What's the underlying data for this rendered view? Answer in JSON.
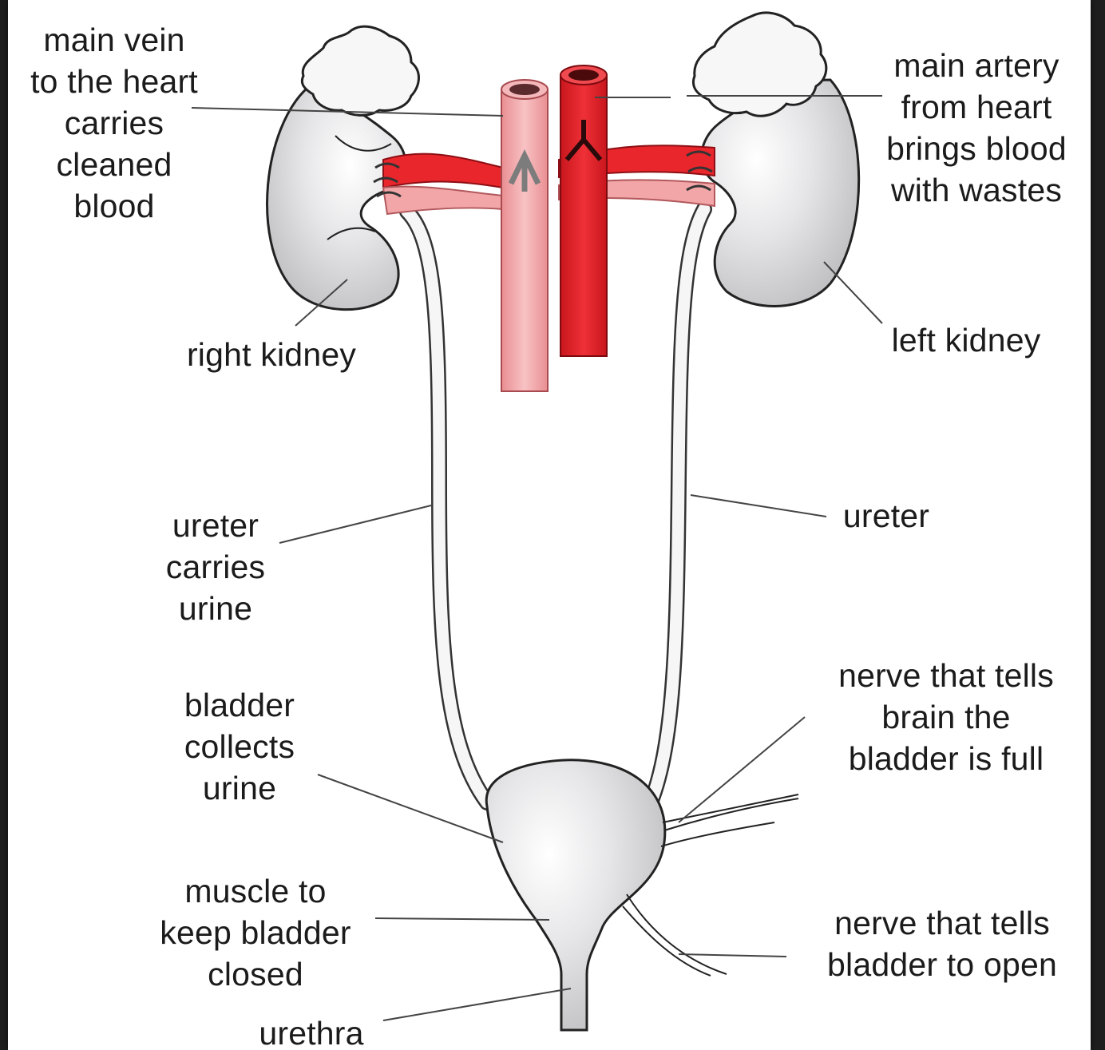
{
  "colors": {
    "vein": "#f2a6a8",
    "vein_dark": "#d9787c",
    "artery": "#e8262c",
    "artery_dark": "#b3141b",
    "organ": "#c9c9cc",
    "organ_light": "#f4f4f4",
    "line": "#333333",
    "fat": "#f7f7f7"
  },
  "labels": {
    "main_vein": [
      "main vein",
      "to the heart",
      "carries",
      "cleaned",
      "blood"
    ],
    "main_artery": [
      "main artery",
      "from heart",
      "brings blood",
      "with wastes"
    ],
    "right_kidney": [
      "right kidney"
    ],
    "left_kidney": [
      "left kidney"
    ],
    "ureter_left_side": [
      "ureter",
      "carries",
      "urine"
    ],
    "ureter_right_side": [
      "ureter"
    ],
    "bladder": [
      "bladder",
      "collects",
      "urine"
    ],
    "nerve_full": [
      "nerve that tells",
      "brain the",
      "bladder is full"
    ],
    "muscle": [
      "muscle to",
      "keep bladder",
      "closed"
    ],
    "nerve_open": [
      "nerve that tells",
      "bladder to open"
    ],
    "urethra": [
      "urethra"
    ]
  }
}
